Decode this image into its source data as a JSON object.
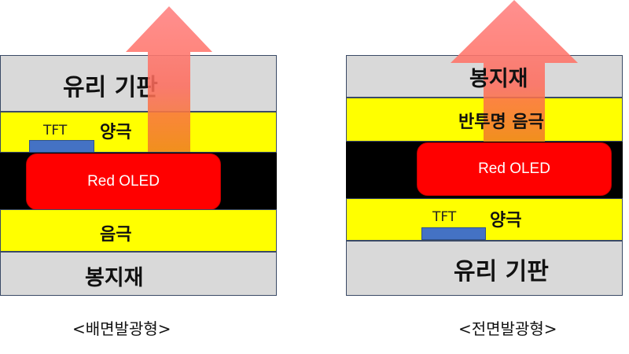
{
  "bottom_emission": {
    "glass_label": "유리 기판",
    "anode_label": "양극",
    "tft_label": "TFT",
    "oled_label": "Red OLED",
    "cathode_label": "음극",
    "encap_label": "봉지재",
    "caption": "<배면발광형>"
  },
  "top_emission": {
    "encap_label": "봉지재",
    "cathode_label": "반투명 음극",
    "oled_label": "Red OLED",
    "tft_label": "TFT",
    "anode_label": "양극",
    "glass_label": "유리 기판",
    "caption": "<전면발광형>"
  },
  "colors": {
    "glass": "#d9d9d9",
    "electrode": "#ffff00",
    "oled": "#ff0000",
    "tft": "#4472c4",
    "arrow_top": "#ff8a8a",
    "arrow_bottom": "#f08a1e"
  }
}
